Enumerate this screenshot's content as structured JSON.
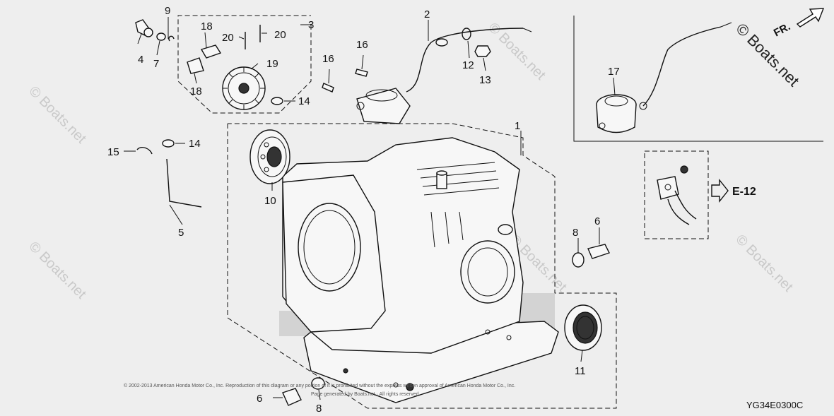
{
  "callouts": {
    "c1": "1",
    "c2": "2",
    "c3": "3",
    "c4": "4",
    "c5": "5",
    "c6a": "6",
    "c6b": "6",
    "c7": "7",
    "c8a": "8",
    "c8b": "8",
    "c9": "9",
    "c10": "10",
    "c11": "11",
    "c12": "12",
    "c13": "13",
    "c14a": "14",
    "c14b": "14",
    "c15": "15",
    "c16a": "16",
    "c16b": "16",
    "c17": "17",
    "c18a": "18",
    "c18b": "18",
    "c19": "19",
    "c20a": "20",
    "c20b": "20"
  },
  "reference": "E-12",
  "front_marker": "FR.",
  "watermark": "© Boats.net",
  "diagram_code": "YG34E0300C",
  "copyright_line1": "© 2002-2013 American Honda Motor Co., Inc. Reproduction of this diagram or any portion of it is prohibited without the express written approval of American Honda Motor Co., Inc.",
  "copyright_line2": "Page generated by Boats.net  ·  All rights reserved"
}
